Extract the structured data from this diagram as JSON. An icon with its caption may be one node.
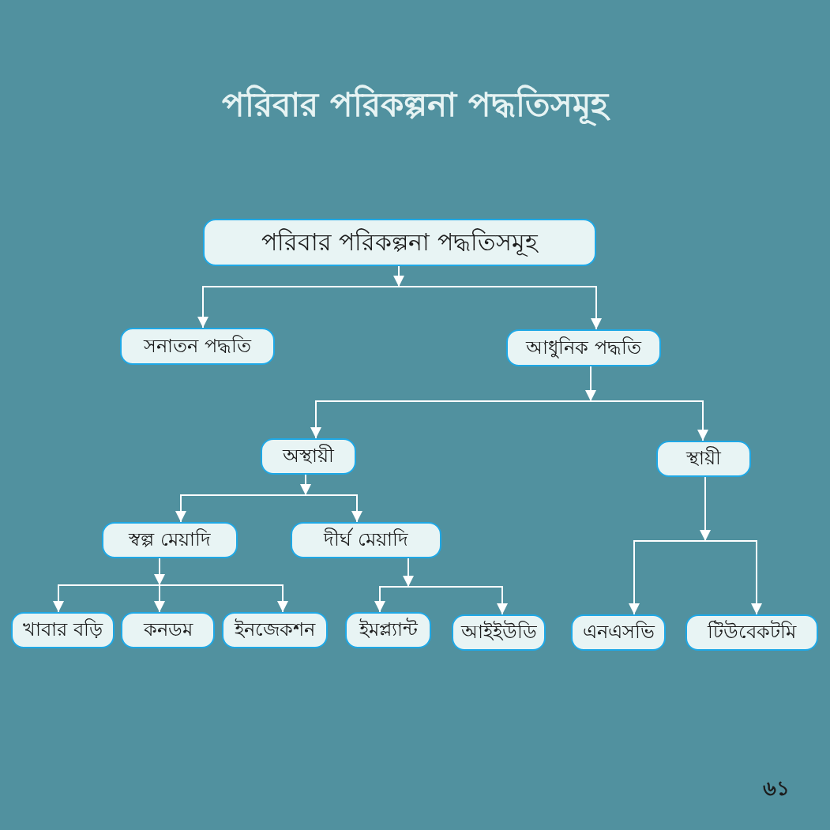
{
  "diagram": {
    "title": "পরিবার পরিকল্পনা পদ্ধতিসমূহ",
    "nodes": [
      {
        "text": [
          "পরিবার পরিকল্পনা পদ্ধতিসমূহ"
        ]
      },
      {
        "text": [
          "সনাতন পদ্ধতি"
        ]
      },
      {
        "text": [
          "আধুনিক পদ্ধতি"
        ]
      },
      {
        "text": [
          "অস্থায়ী"
        ]
      },
      {
        "text": [
          "স্থায়ী"
        ]
      },
      {
        "text": [
          "স্বল্প মেয়াদি"
        ]
      },
      {
        "text": [
          "দীর্ঘ মেয়াদি"
        ]
      },
      {
        "text": [
          "খাবার বড়ি"
        ]
      },
      {
        "text": [
          "কনডম"
        ]
      },
      {
        "text": [
          "ইনজেকশন"
        ]
      },
      {
        "text": [
          "ইমপ্ল্যান্ট"
        ]
      },
      {
        "text": [
          "আইইউডি"
        ]
      },
      {
        "text": [
          "এনএসভি"
        ]
      },
      {
        "text": [
          "টিউবেকটমি"
        ]
      }
    ],
    "edges": [
      {
        "from": 0,
        "to": 1,
        "arrow": "to"
      },
      {
        "from": 0,
        "to": 2,
        "arrow": "to"
      },
      {
        "from": 2,
        "to": 3,
        "arrow": "to"
      },
      {
        "from": 2,
        "to": 4,
        "arrow": "to"
      },
      {
        "from": 3,
        "to": 5,
        "arrow": "to"
      },
      {
        "from": 3,
        "to": 6,
        "arrow": "to"
      },
      {
        "from": 5,
        "to": 7,
        "arrow": "to"
      },
      {
        "from": 5,
        "to": 8,
        "arrow": "to"
      },
      {
        "from": 5,
        "to": 9,
        "arrow": "to"
      },
      {
        "from": 6,
        "to": 10,
        "arrow": "to"
      },
      {
        "from": 6,
        "to": 11,
        "arrow": "to"
      },
      {
        "from": 4,
        "to": 12,
        "arrow": "to"
      },
      {
        "from": 4,
        "to": 13,
        "arrow": "to"
      }
    ],
    "labels": [
      "৬১"
    ]
  }
}
